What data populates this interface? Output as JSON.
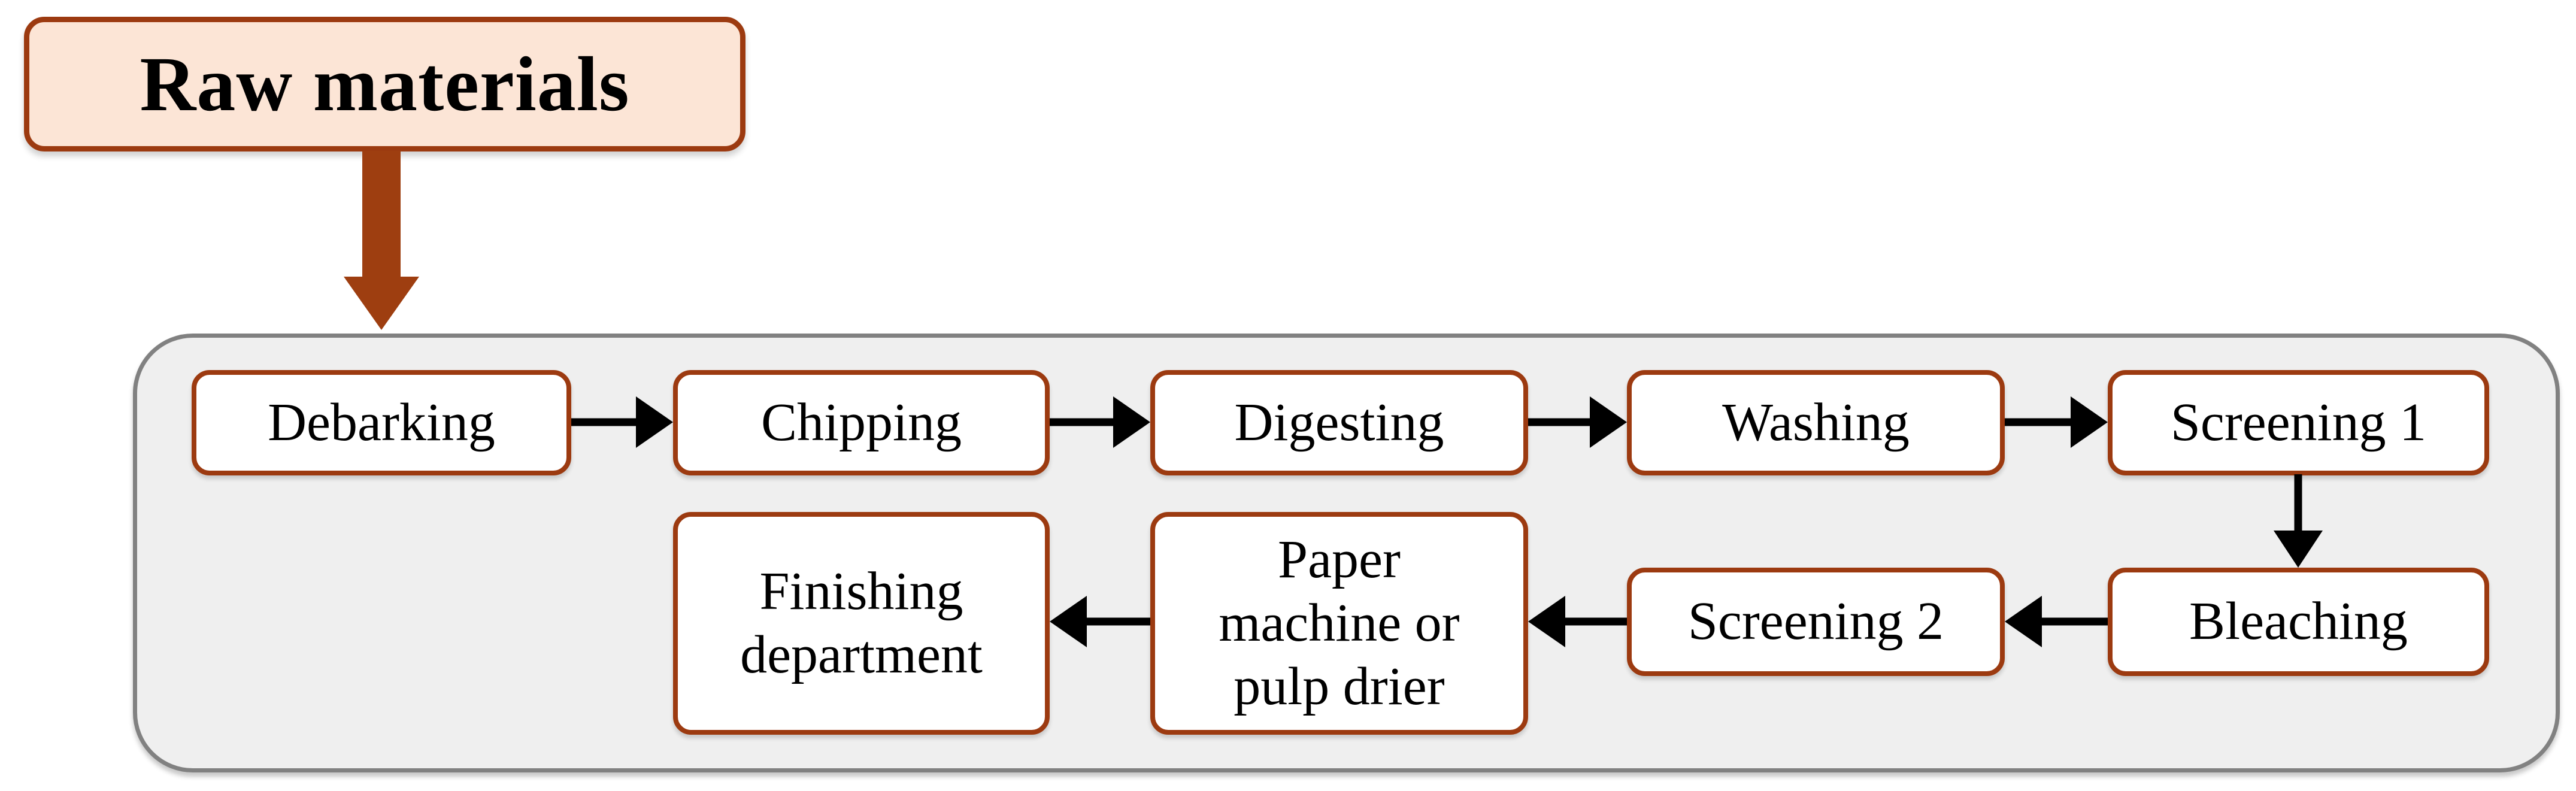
{
  "diagram": {
    "source": {
      "label": "Raw materials"
    },
    "steps": {
      "debarking": "Debarking",
      "chipping": "Chipping",
      "digesting": "Digesting",
      "washing": "Washing",
      "screening1": "Screening 1",
      "bleaching": "Bleaching",
      "screening2": "Screening 2",
      "paper_machine": "Paper\nmachine or\npulp drier",
      "finishing": "Finishing\ndepartment"
    },
    "edges": [
      {
        "from": "Raw materials",
        "to": "Debarking"
      },
      {
        "from": "Debarking",
        "to": "Chipping"
      },
      {
        "from": "Chipping",
        "to": "Digesting"
      },
      {
        "from": "Digesting",
        "to": "Washing"
      },
      {
        "from": "Washing",
        "to": "Screening 1"
      },
      {
        "from": "Screening 1",
        "to": "Bleaching"
      },
      {
        "from": "Bleaching",
        "to": "Screening 2"
      },
      {
        "from": "Screening 2",
        "to": "Paper machine or pulp drier"
      },
      {
        "from": "Paper machine or pulp drier",
        "to": "Finishing department"
      }
    ],
    "colors": {
      "node_border": "#9C3A10",
      "node_fill": "#FFFFFF",
      "source_fill": "#FCE5D6",
      "source_border": "#9C3A10",
      "source_arrow": "#9E3E10",
      "container_fill": "#EFEFEF",
      "container_border": "#818181",
      "step_arrow": "#000000",
      "text": "#000000"
    }
  }
}
